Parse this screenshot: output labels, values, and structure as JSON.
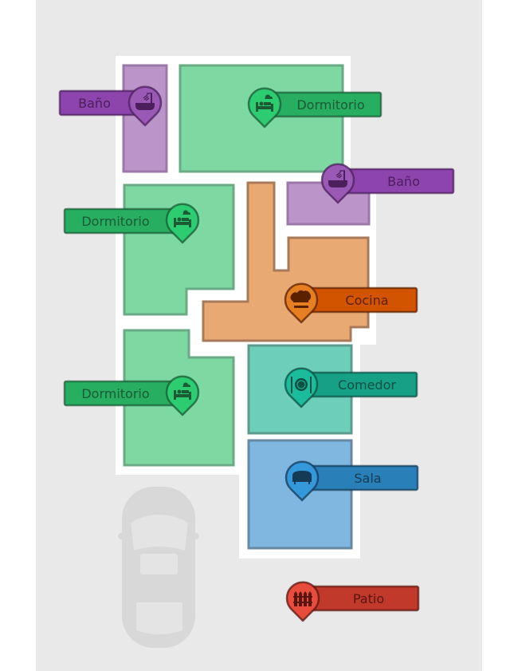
{
  "rooms": [
    {
      "name": "Baño",
      "type": "bathroom",
      "fill": "#bb94c9",
      "stroke": "#9b78a9"
    },
    {
      "name": "Dormitorio",
      "type": "bedroom",
      "fill": "#7dd9a1",
      "stroke": "#6aab85"
    },
    {
      "name": "Dormitorio",
      "type": "bedroom",
      "fill": "#7dd9a1",
      "stroke": "#6aab85"
    },
    {
      "name": "Cocina",
      "type": "kitchen",
      "fill": "#e8aa72",
      "stroke": "#a97a5a"
    },
    {
      "name": "Baño",
      "type": "bathroom",
      "fill": "#bb94c9",
      "stroke": "#9b78a9"
    },
    {
      "name": "Dormitorio",
      "type": "bedroom",
      "fill": "#7dd9a1",
      "stroke": "#6aab85"
    },
    {
      "name": "Comedor",
      "type": "dining",
      "fill": "#6dcfba",
      "stroke": "#5d9b8f"
    },
    {
      "name": "Sala",
      "type": "living",
      "fill": "#7fb7e0",
      "stroke": "#6688a0"
    }
  ],
  "markers": [
    {
      "label": "Baño",
      "icon": "bathtub-shower-icon",
      "color": "#8e44ad",
      "pin": "#9b59b6",
      "dark": "#4a1f5c"
    },
    {
      "label": "Dormitorio",
      "icon": "bed-icon",
      "color": "#27ae60",
      "pin": "#2ecc71",
      "dark": "#1a5a34"
    },
    {
      "label": "Baño",
      "icon": "bathtub-shower-icon",
      "color": "#8e44ad",
      "pin": "#9b59b6",
      "dark": "#4a1f5c"
    },
    {
      "label": "Dormitorio",
      "icon": "bed-icon",
      "color": "#27ae60",
      "pin": "#2ecc71",
      "dark": "#1a5a34"
    },
    {
      "label": "Cocina",
      "icon": "chef-hat-icon",
      "color": "#d35400",
      "pin": "#e67e22",
      "dark": "#5a2000"
    },
    {
      "label": "Comedor",
      "icon": "plate-cutlery-icon",
      "color": "#16a085",
      "pin": "#1abc9c",
      "dark": "#0d4f42"
    },
    {
      "label": "Dormitorio",
      "icon": "bed-icon",
      "color": "#27ae60",
      "pin": "#2ecc71",
      "dark": "#1a5a34"
    },
    {
      "label": "Sala",
      "icon": "sofa-icon",
      "color": "#2980b9",
      "pin": "#3498db",
      "dark": "#143a55"
    },
    {
      "label": "Patio",
      "icon": "fence-icon",
      "color": "#c0392b",
      "pin": "#e74c3c",
      "dark": "#5a1510"
    }
  ],
  "colors": {
    "ground": "#e9e9e9",
    "walls": "#ffffff",
    "car": "#d8d8d8"
  }
}
